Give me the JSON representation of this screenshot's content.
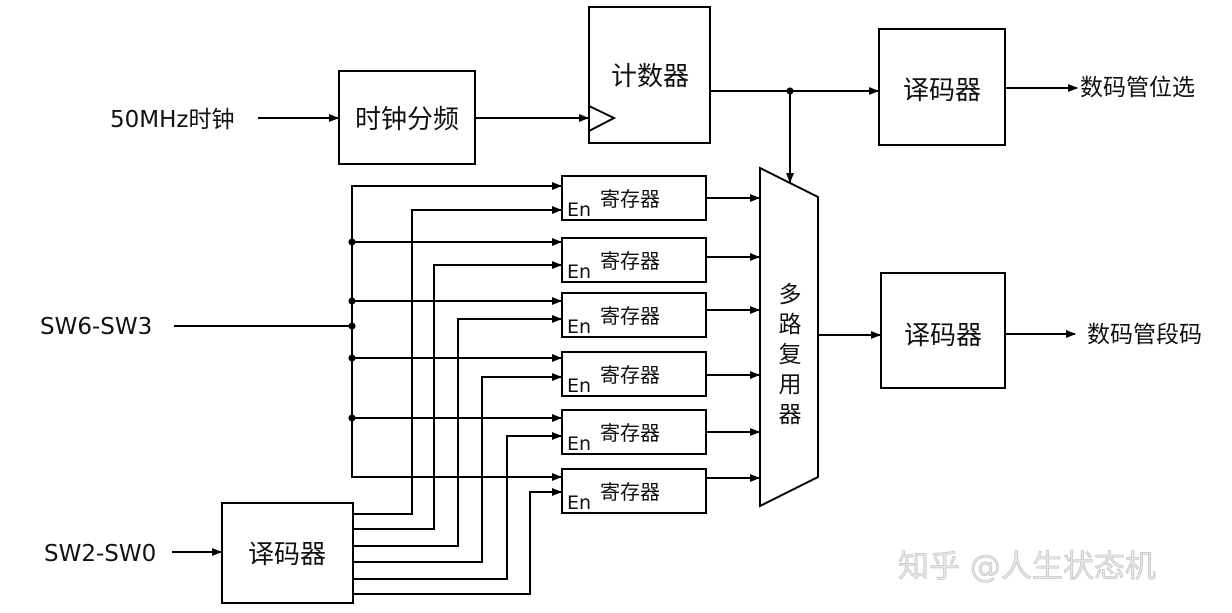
{
  "diagram": {
    "inputs": {
      "clock": "50MHz时钟",
      "data_switches": "SW6-SW3",
      "address_switches": "SW2-SW0"
    },
    "blocks": {
      "clock_divider": "时钟分频",
      "counter": "计数器",
      "digit_decoder": "译码器",
      "segment_decoder": "译码器",
      "address_decoder": "译码器",
      "mux": [
        "多",
        "路",
        "复",
        "用",
        "器"
      ]
    },
    "registers": [
      {
        "label": "寄存器",
        "enable": "En"
      },
      {
        "label": "寄存器",
        "enable": "En"
      },
      {
        "label": "寄存器",
        "enable": "En"
      },
      {
        "label": "寄存器",
        "enable": "En"
      },
      {
        "label": "寄存器",
        "enable": "En"
      },
      {
        "label": "寄存器",
        "enable": "En"
      }
    ],
    "outputs": {
      "digit_select": "数码管位选",
      "segment_code": "数码管段码"
    },
    "watermark": "知乎 @人生状态机"
  }
}
